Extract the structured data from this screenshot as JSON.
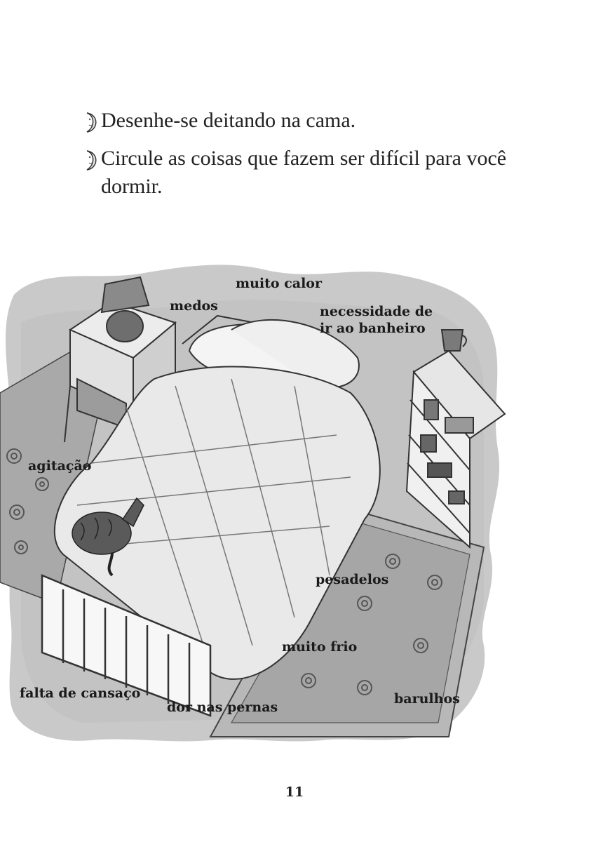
{
  "instructions": [
    {
      "icon": "crescent-moon-icon",
      "text": "Desenhe-se deitando na cama."
    },
    {
      "icon": "crescent-moon-icon",
      "text": "Circule as coisas que fazem ser difícil para você dormir."
    }
  ],
  "labels": {
    "muito_calor": "muito calor",
    "medos": "medos",
    "necessidade_1": "necessidade de",
    "necessidade_2": "ir ao banheiro",
    "agitacao": "agitação",
    "pesadelos": "pesadelos",
    "muito_frio": "muito frio",
    "falta_de_cansaco": "falta de cansaço",
    "dor_nas_pernas": "dor nas pernas",
    "barulhos": "barulhos"
  },
  "page_number": "11"
}
